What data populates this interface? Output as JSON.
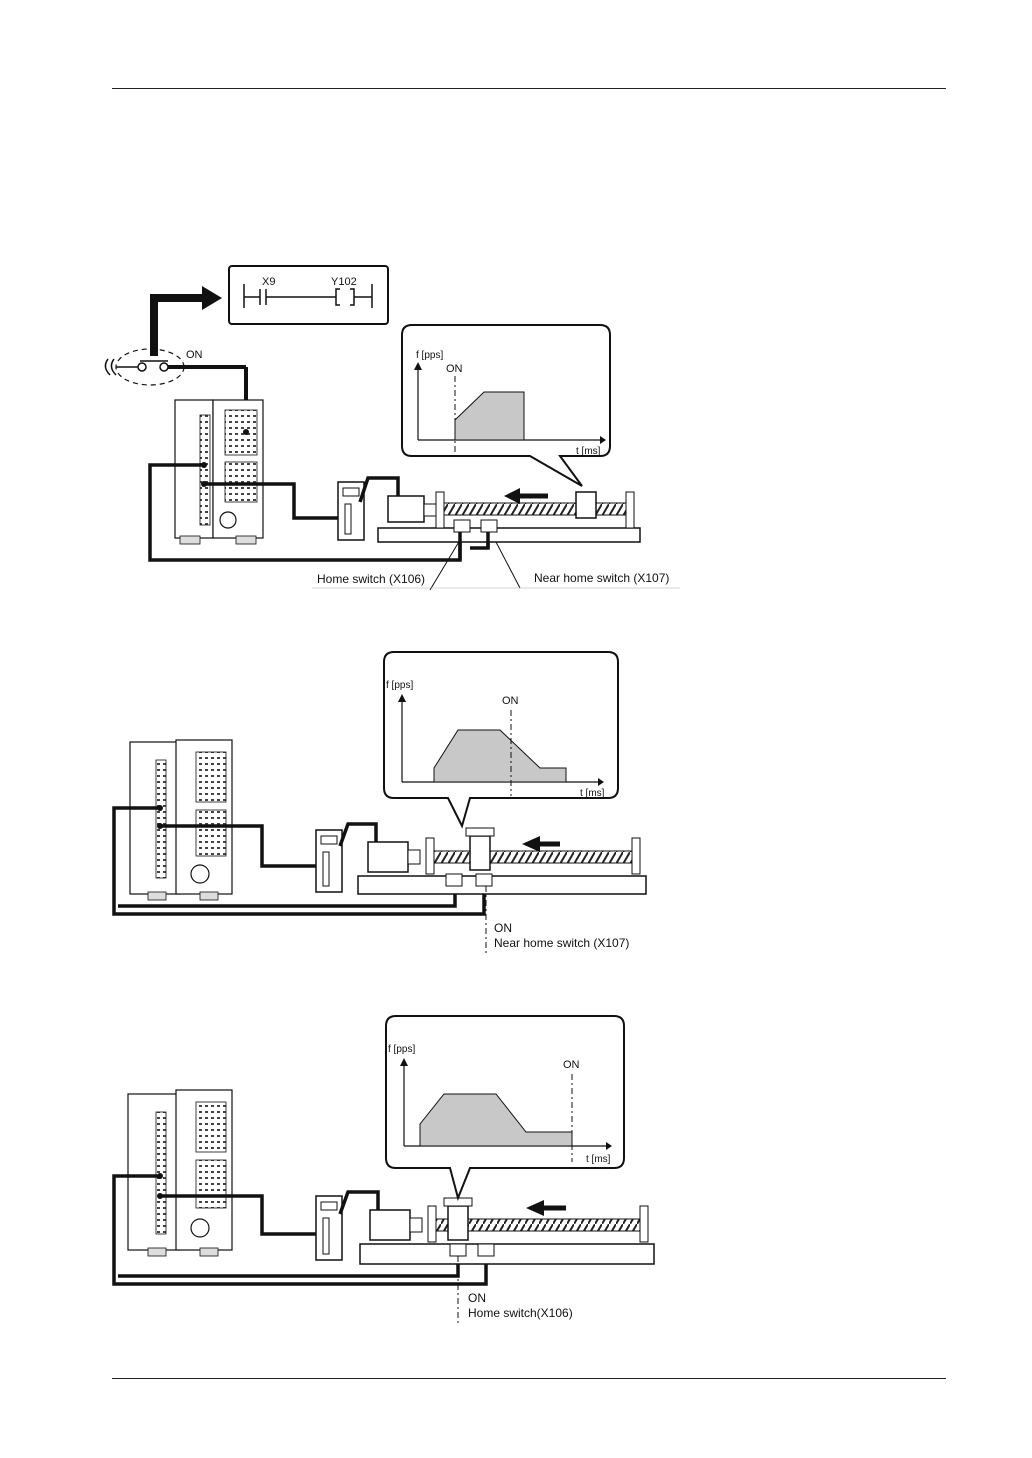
{
  "colors": {
    "ink": "#111111",
    "fill_gray": "#c8c8c8",
    "panel_gray": "#e6e6e6",
    "paper": "#ffffff"
  },
  "figure1": {
    "ladder": {
      "contact": "X9",
      "coil": "Y102"
    },
    "input_state": "ON",
    "graph": {
      "ylabel": "f [pps]",
      "xlabel": "t [ms]",
      "marker": "ON"
    },
    "home_switch_label": "Home switch (X106)",
    "near_home_label": "Near home switch (X107)"
  },
  "figure2": {
    "graph": {
      "ylabel": "f [pps]",
      "xlabel": "t [ms]",
      "marker": "ON"
    },
    "state": "ON",
    "switch_label": "Near home switch (X107)"
  },
  "figure3": {
    "graph": {
      "ylabel": "f [pps]",
      "xlabel": "t [ms]",
      "marker": "ON"
    },
    "state": "ON",
    "switch_label": "Home switch(X106)"
  }
}
